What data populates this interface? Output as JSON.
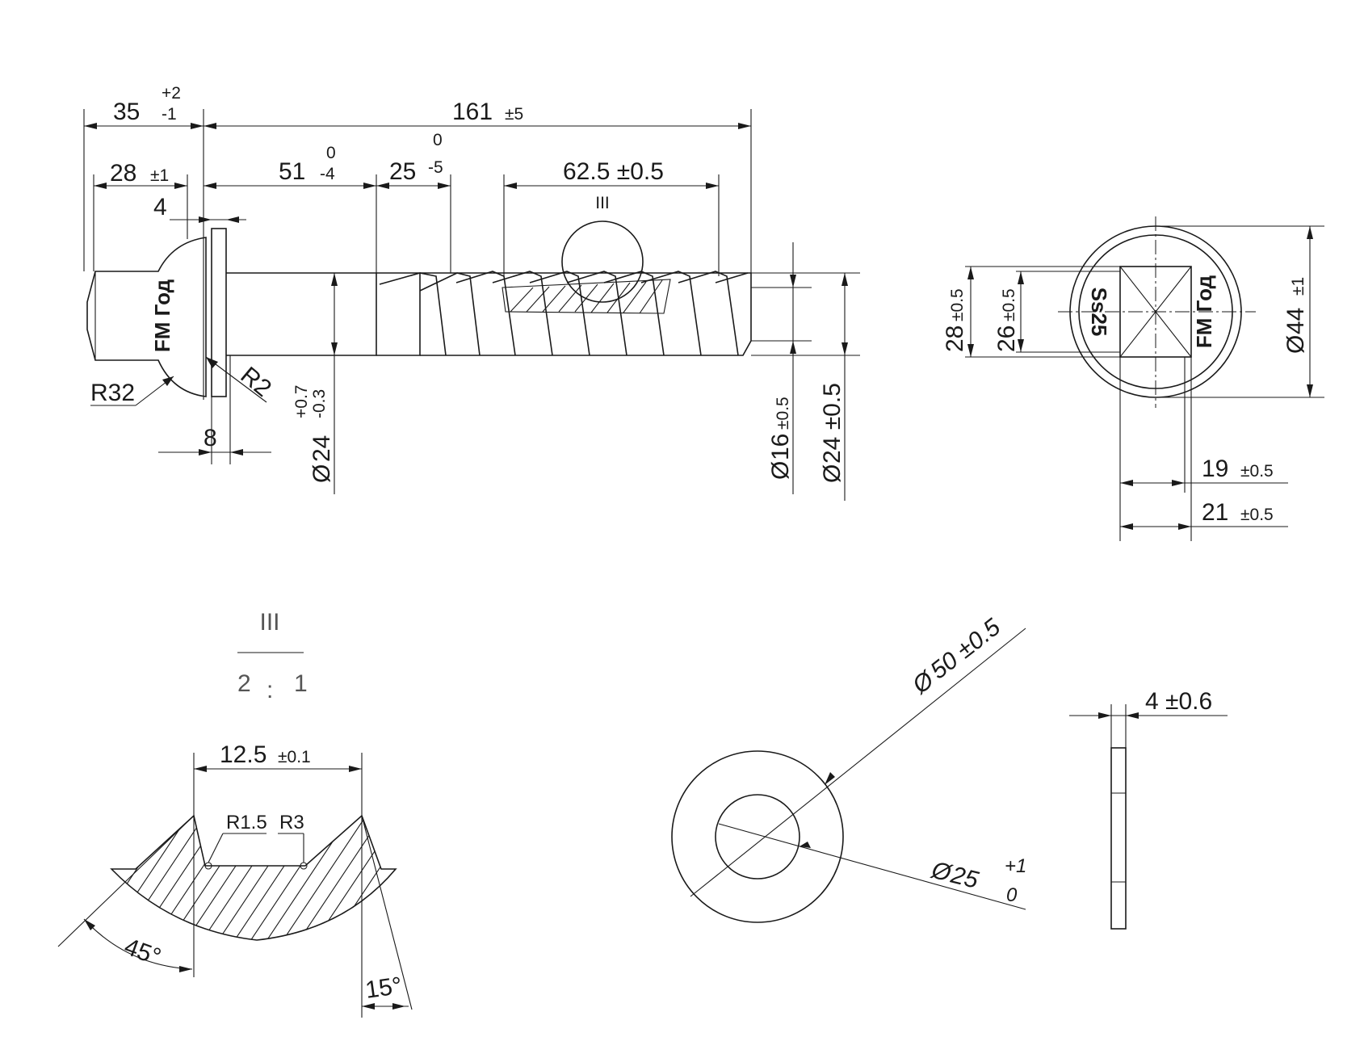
{
  "side_view": {
    "overall_length": "161",
    "overall_length_tol": "±5",
    "head_length": "35",
    "head_tol_upper": "+2",
    "head_tol_lower": "-1",
    "head_part": "28",
    "head_part_tol": "±1",
    "washer_thickness": "4",
    "collar": "8",
    "shank_length": "51",
    "shank_tol_upper": "0",
    "shank_tol_lower": "-4",
    "transition_length": "25",
    "transition_tol_upper": "0",
    "transition_tol_lower": "-5",
    "thread_length": "62.5 ±0.5",
    "detail_ref": "III",
    "head_radius": "R32",
    "fillet_radius": "R2",
    "shank_diameter": "24",
    "shank_dia_tol_upper": "+0.7",
    "shank_dia_tol_lower": "-0.3",
    "core_diameter": "16",
    "core_dia_tol": "±0.5",
    "thread_diameter": "24 ±0.5",
    "head_marking": "FM Год"
  },
  "end_view": {
    "diameter": "44",
    "diameter_tol": "±1",
    "outer_square": "28",
    "outer_square_tol": "±0.5",
    "inner_square": "26",
    "inner_square_tol": "±0.5",
    "width_inner": "19",
    "width_inner_tol": "±0.5",
    "width_outer": "21",
    "width_outer_tol": "±0.5",
    "mark_left": "Ss25",
    "mark_right": "FM Год"
  },
  "detail": {
    "label": "III",
    "scale_left": "2",
    "scale_sep": ":",
    "scale_right": "1",
    "pitch": "12.5",
    "pitch_tol": "±0.1",
    "root_radius_1": "R1.5",
    "root_radius_2": "R3",
    "flank_angle_1": "45°",
    "flank_angle_2": "15°"
  },
  "washer": {
    "outer_diameter": "50 ±0.5",
    "inner_diameter": "25",
    "inner_tol_upper": "+1",
    "inner_tol_lower": "0",
    "thickness": "4 ±0.6",
    "dia_symbol": "Ø"
  }
}
